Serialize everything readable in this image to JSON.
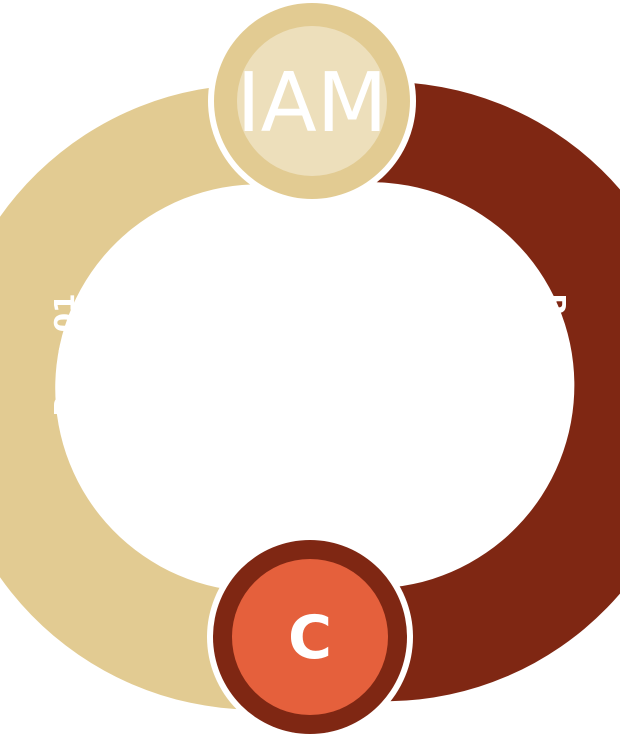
{
  "diagram": {
    "top_node": {
      "label": "IAM",
      "color": "#e2cb92",
      "inner_color": "#eddfbb"
    },
    "bottom_node": {
      "label": "C",
      "color": "#7f2713",
      "inner_color": "#e5603c"
    },
    "steps": [
      {
        "label": "Paso 01",
        "color": "#e2cb92"
      },
      {
        "label": "Paso 02",
        "color": "#7f2713"
      }
    ]
  }
}
